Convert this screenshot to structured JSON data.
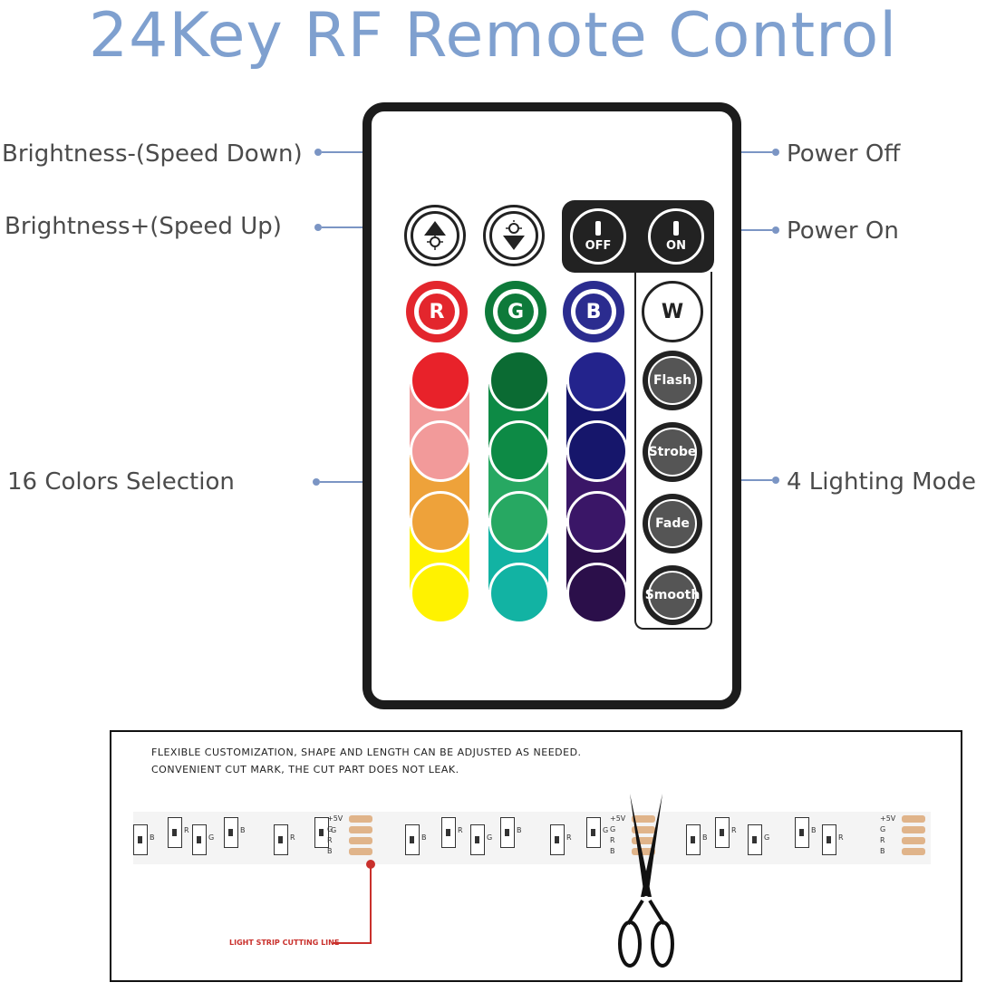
{
  "title": "24Key RF Remote Control",
  "callouts": {
    "brightness_down": "Brightness-(Speed Down)",
    "brightness_up": "Brightness+(Speed Up)",
    "power_off": "Power Off",
    "power_on": "Power On",
    "colors": "16 Colors Selection",
    "modes": "4 Lighting Mode"
  },
  "remote": {
    "off_label": "OFF",
    "on_label": "ON",
    "letters": [
      {
        "label": "R",
        "color": "#e3262d"
      },
      {
        "label": "G",
        "color": "#0e7a3a"
      },
      {
        "label": "B",
        "color": "#2b2c8f"
      },
      {
        "label": "W",
        "color": "#ffffff"
      }
    ],
    "color_columns": [
      [
        "#e8222a",
        "#f29a9a",
        "#eea23a",
        "#fff200"
      ],
      [
        "#0b6b33",
        "#0d8a45",
        "#27a862",
        "#12b3a3"
      ],
      [
        "#23238c",
        "#16166b",
        "#3a1667",
        "#2b0f4a"
      ]
    ],
    "modes": [
      "Flash",
      "Strobe",
      "Fade",
      "Smooth"
    ]
  },
  "strip": {
    "line1": "FLEXIBLE CUSTOMIZATION, SHAPE AND LENGTH CAN BE ADJUSTED AS NEEDED.",
    "line2": "CONVENIENT CUT MARK, THE CUT PART DOES NOT LEAK.",
    "cut_label": "LIGHT STRIP CUTTING LINE",
    "pad_labels": [
      "+5V",
      "G",
      "R",
      "B"
    ],
    "chip_letters": [
      "B",
      "R",
      "G"
    ],
    "cut_color": "#c9302c"
  }
}
